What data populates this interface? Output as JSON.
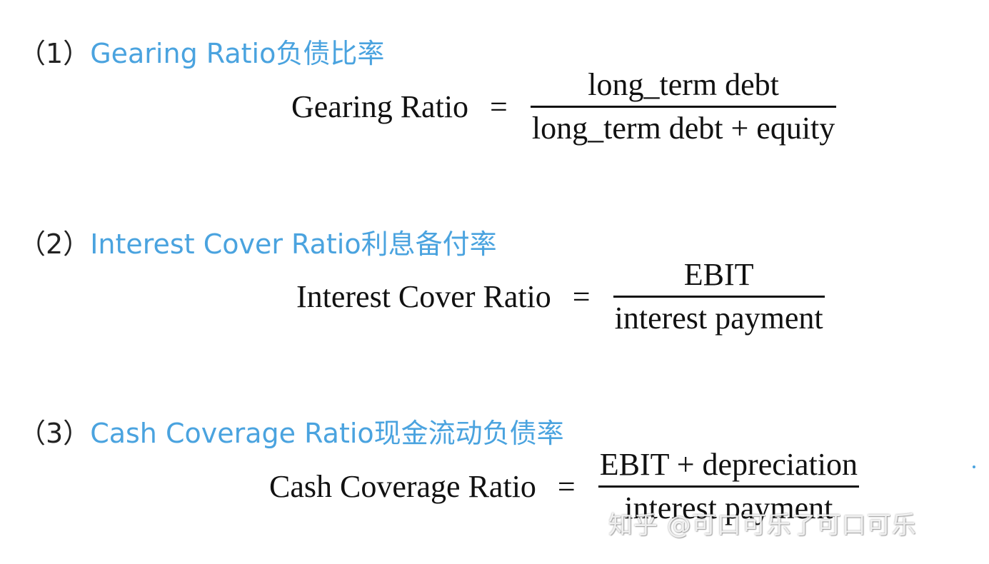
{
  "sections": [
    {
      "number": "（1）",
      "title": "Gearing Ratio负债比率",
      "lhs": "Gearing Ratio",
      "equals": "=",
      "numerator": "long_term debt",
      "denominator": "long_term debt + equity"
    },
    {
      "number": "（2）",
      "title": "Interest Cover Ratio利息备付率",
      "lhs": "Interest Cover Ratio",
      "equals": "=",
      "numerator": "EBIT",
      "denominator": "interest payment"
    },
    {
      "number": "（3）",
      "title": "Cash Coverage Ratio现金流动负债率",
      "lhs": "Cash Coverage Ratio",
      "equals": "=",
      "numerator": "EBIT + depreciation",
      "denominator": "interest payment"
    }
  ],
  "watermark": "知乎 @可口可乐了可口可乐",
  "colors": {
    "title": "#4aa3df",
    "formula": "#111111",
    "background": "#ffffff"
  }
}
